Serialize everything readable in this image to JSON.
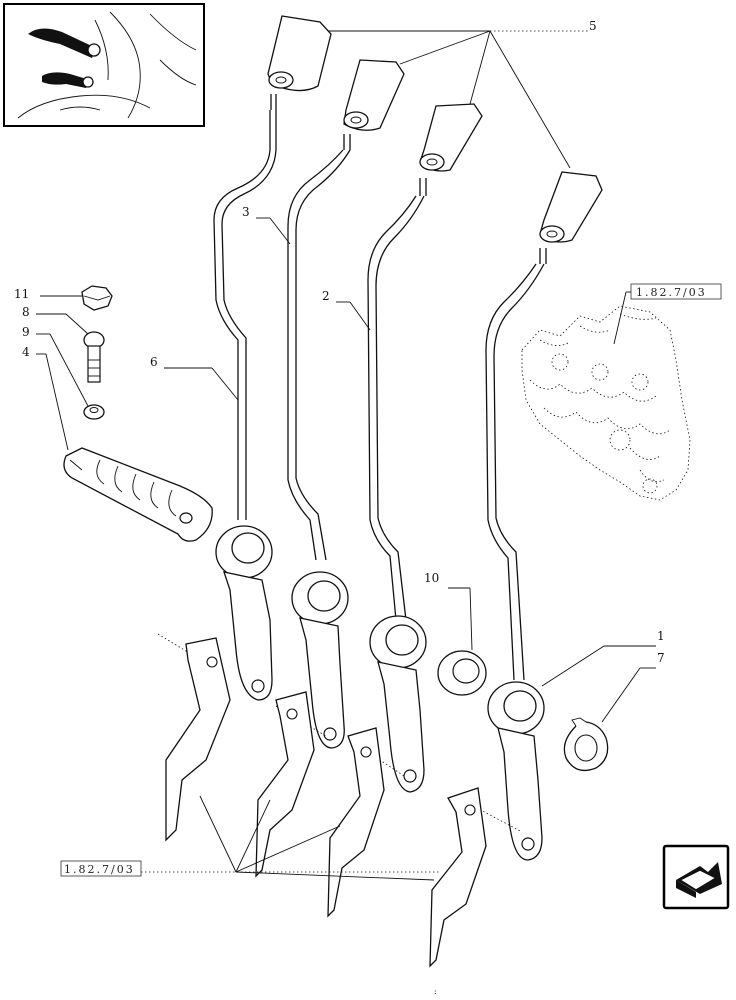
{
  "callouts": {
    "c1": "1",
    "c2": "2",
    "c3": "3",
    "c4": "4",
    "c5": "5",
    "c6": "6",
    "c7": "7",
    "c8": "8",
    "c9": "9",
    "c10": "10",
    "c11": "11"
  },
  "references": {
    "valve_ref": "1.82.7/03",
    "bracket_ref": "1.82.7/03"
  },
  "footer": {
    "page_mark": ":"
  },
  "icons": {
    "thumbnail": "tractor-cab-levers-thumbnail-icon",
    "navigation": "next-page-arrow-icon"
  }
}
